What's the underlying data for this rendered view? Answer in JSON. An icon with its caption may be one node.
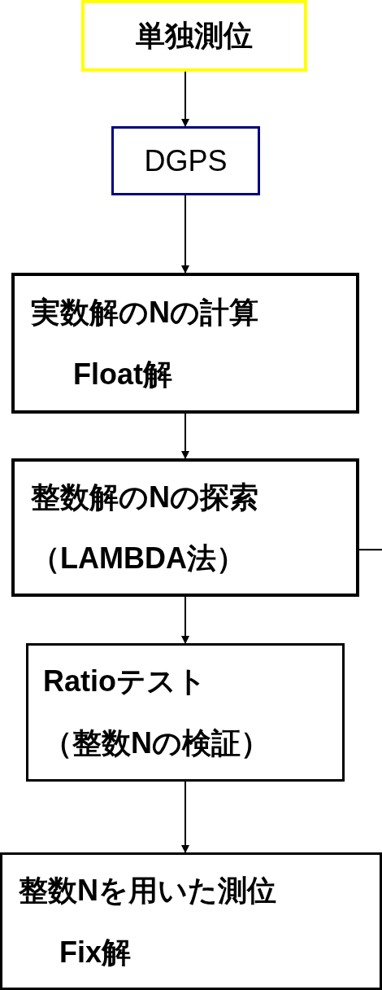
{
  "diagram": {
    "nodes": [
      {
        "text": [
          "単独測位"
        ]
      },
      {
        "text": [
          "DGPS"
        ]
      },
      {
        "text": [
          "実数解のNの計算",
          "Float解"
        ]
      },
      {
        "text": [
          "整数解のNの探索",
          "（LAMBDA法）"
        ]
      },
      {
        "text": [
          "Ratioテスト",
          "（整数Nの検証）"
        ]
      },
      {
        "text": [
          "整数Nを用いた測位",
          "Fix解"
        ]
      }
    ],
    "edges": [
      {
        "from": 0,
        "to": 1,
        "arrow": "to"
      },
      {
        "from": 1,
        "to": 2,
        "arrow": "to"
      },
      {
        "from": 2,
        "to": 3,
        "arrow": "to"
      },
      {
        "from": 3,
        "to": 4,
        "arrow": "to"
      },
      {
        "from": 4,
        "to": 5,
        "arrow": "to"
      },
      {
        "from": 3,
        "to": null,
        "arrow": "none"
      }
    ]
  }
}
